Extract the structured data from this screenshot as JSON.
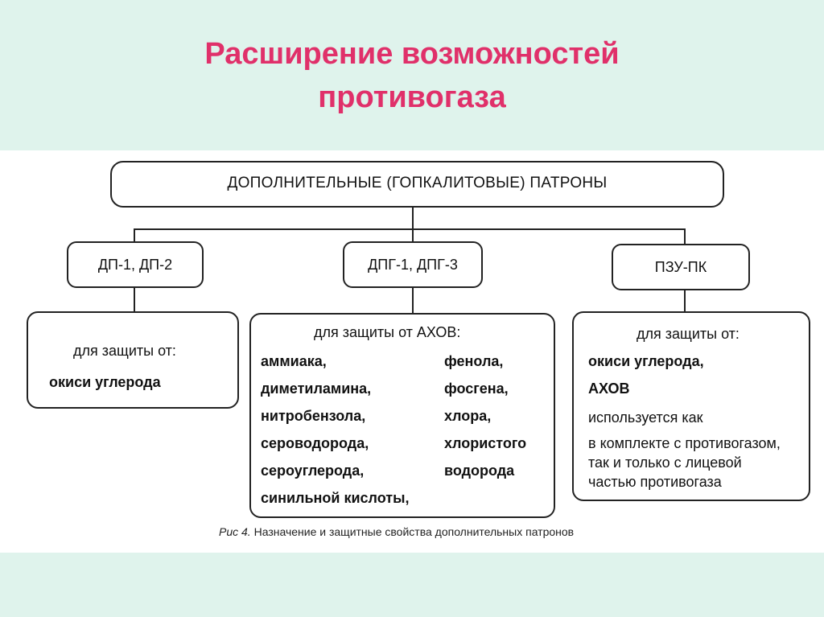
{
  "title": {
    "line1": "Расширение возможностей",
    "line2": "противогаза"
  },
  "diagram": {
    "top": "ДОПОЛНИТЕЛЬНЫЕ (ГОПКАЛИТОВЫЕ) ПАТРОНЫ",
    "branches": [
      {
        "label": "ДП-1, ДП-2",
        "heading": "для защиты от:",
        "items": [
          "окиси углерода"
        ]
      },
      {
        "label": "ДПГ-1, ДПГ-3",
        "heading": "для защиты от АХОВ:",
        "col1": [
          "аммиака,",
          "диметиламина,",
          "нитробензола,",
          "сероводорода,",
          "сероуглерода,",
          "синильной кислоты,"
        ],
        "col2": [
          "фенола,",
          "фосгена,",
          "хлора,",
          "хлористого",
          "водорода"
        ]
      },
      {
        "label": "ПЗУ-ПК",
        "heading": "для защиты от:",
        "items": [
          "окиси углерода,",
          "АХОВ"
        ],
        "note": [
          "используется как",
          "в комплекте с противогазом,",
          "так и только с лицевой",
          "частью противогаза"
        ]
      }
    ],
    "caption_prefix": "Рис 4.",
    "caption": "Назначение и защитные свойства дополнительных патронов"
  }
}
